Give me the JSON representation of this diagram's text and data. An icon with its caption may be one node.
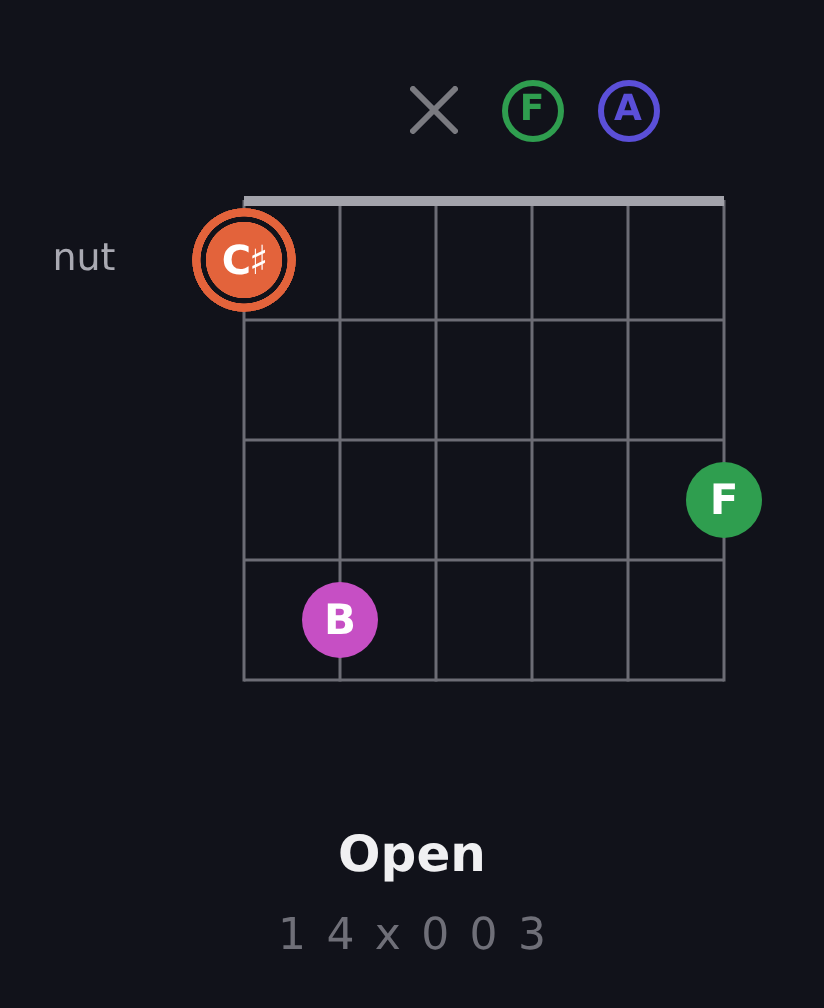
{
  "diagram": {
    "title": "Open",
    "nodes": [
      {
        "text": [],
        "shape": "cross"
      },
      {
        "text": [
          "F"
        ]
      },
      {
        "text": [
          "A"
        ]
      },
      {
        "text": [
          "C♯"
        ]
      },
      {
        "text": [
          "F"
        ]
      },
      {
        "text": [
          "B"
        ]
      }
    ],
    "labels": [
      "nut",
      "1 4 x 0 0 3"
    ]
  }
}
